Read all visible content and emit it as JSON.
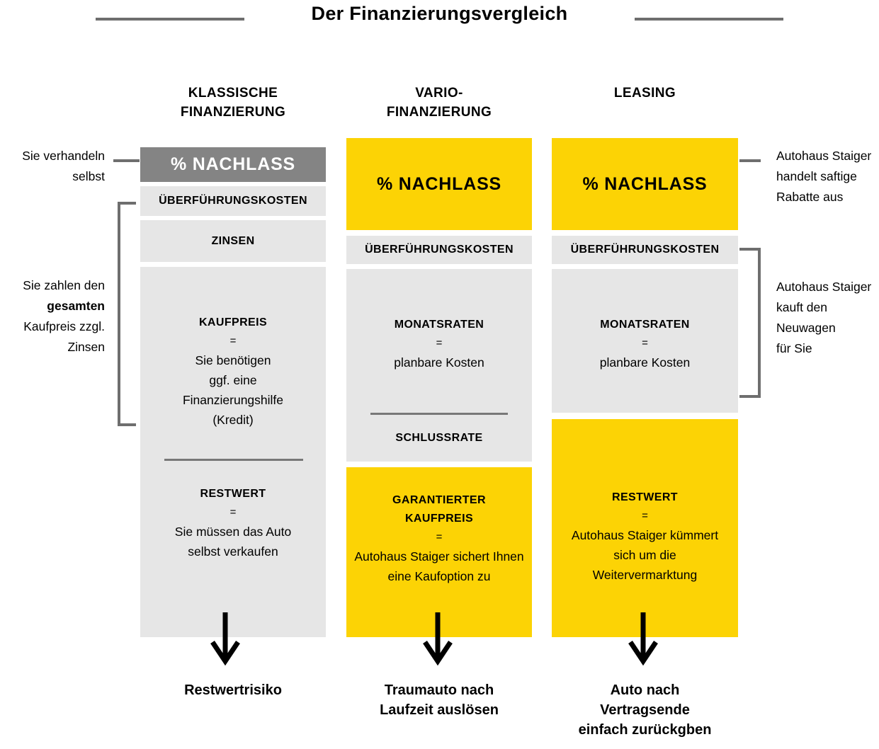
{
  "title": "Der Finanzierungsvergleich",
  "colors": {
    "yellow": "#FCD305",
    "dark_gray": "#848484",
    "light_gray": "#E6E6E6",
    "line_gray": "#6E6E6E",
    "divider_gray": "#787878"
  },
  "annotations": {
    "left_top": {
      "line1": "Sie verhandeln",
      "line2": "selbst"
    },
    "left_mid": {
      "line1": "Sie zahlen den",
      "line2": "gesamten",
      "line3": "Kaufpreis zzgl.",
      "line4": "Zinsen"
    },
    "right_top": {
      "line1": "Autohaus Staiger",
      "line2": "handelt saftige",
      "line3": "Rabatte aus"
    },
    "right_mid": {
      "line1": "Autohaus Staiger",
      "line2": "kauft den",
      "line3": "Neuwagen",
      "line4": "für Sie"
    }
  },
  "columns": {
    "classic": {
      "header_line1": "KLASSISCHE",
      "header_line2": "FINANZIERUNG",
      "nachlass": "% NACHLASS",
      "transfer_costs": "ÜBERFÜHRUNGSKOSTEN",
      "interest": "ZINSEN",
      "purchase_title": "KAUFPREIS",
      "equals": "=",
      "purchase_line1": "Sie benötigen",
      "purchase_line2": "ggf. eine",
      "purchase_line3": "Finanzierungshilfe",
      "purchase_line4": "(Kredit)",
      "residual_title": "RESTWERT",
      "residual_line1": "Sie müssen das Auto",
      "residual_line2": "selbst verkaufen",
      "outcome_line1": "Restwertrisiko"
    },
    "vario": {
      "header_line1": "VARIO-",
      "header_line2": "FINANZIERUNG",
      "nachlass": "% NACHLASS",
      "transfer_costs": "ÜBERFÜHRUNGSKOSTEN",
      "monthly_title": "MONATSRATEN",
      "equals": "=",
      "monthly_line1": "planbare Kosten",
      "final_rate": "SCHLUSSRATE",
      "guaranteed_title1": "GARANTIERTER",
      "guaranteed_title2": "KAUFPREIS",
      "guaranteed_line1": "Autohaus Staiger sichert Ihnen",
      "guaranteed_line2": "eine Kaufoption zu",
      "outcome_line1": "Traumauto nach",
      "outcome_line2": "Laufzeit auslösen"
    },
    "leasing": {
      "header_line1": "LEASING",
      "nachlass": "% NACHLASS",
      "transfer_costs": "ÜBERFÜHRUNGSKOSTEN",
      "monthly_title": "MONATSRATEN",
      "equals": "=",
      "monthly_line1": "planbare Kosten",
      "residual_title": "RESTWERT",
      "residual_line1": "Autohaus Staiger kümmert",
      "residual_line2": "sich um die",
      "residual_line3": "Weitervermarktung",
      "outcome_line1": "Auto nach",
      "outcome_line2": "Vertragsende",
      "outcome_line3": "einfach zurückgben"
    }
  }
}
